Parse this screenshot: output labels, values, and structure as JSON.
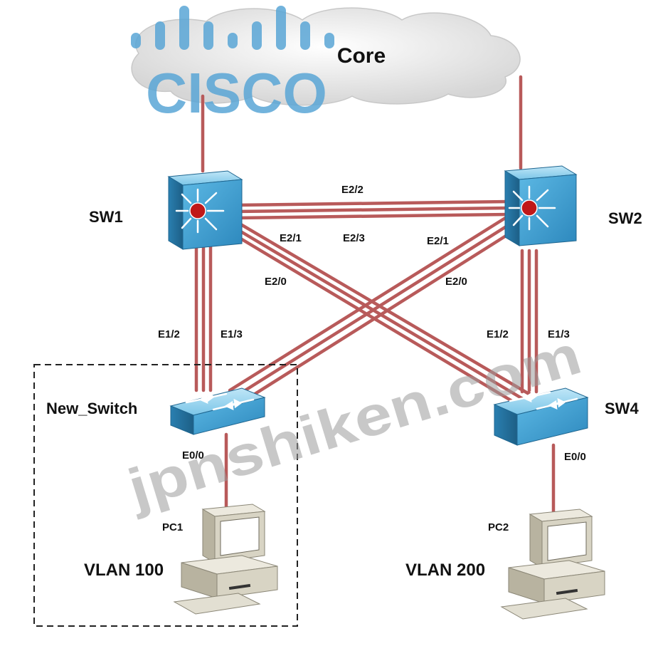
{
  "brand": {
    "logo_text": "CISCO",
    "color": "#5aa6d6"
  },
  "watermark": {
    "text": "jpnshiken.com"
  },
  "cloud": {
    "label": "Core"
  },
  "devices": {
    "sw1": {
      "label": "SW1"
    },
    "sw2": {
      "label": "SW2"
    },
    "new_switch": {
      "label": "New_Switch"
    },
    "sw4": {
      "label": "SW4"
    },
    "pc1": {
      "label": "PC1",
      "vlan": "VLAN 100"
    },
    "pc2": {
      "label": "PC2",
      "vlan": "VLAN 200"
    }
  },
  "ports": {
    "sw1_sw2": "E2/2",
    "sw1_e21": "E2/1",
    "sw1_e23": "E2/3",
    "sw2_e21": "E2/1",
    "sw1_e20": "E2/0",
    "sw2_e20": "E2/0",
    "left_e12": "E1/2",
    "left_e13": "E1/3",
    "right_e12": "E1/2",
    "right_e13": "E1/3",
    "new_switch_e00": "E0/0",
    "sw4_e00": "E0/0"
  },
  "colors": {
    "link": "#b85a5a",
    "switch": "#3fa0d0",
    "pc": "#d8d4c4"
  }
}
